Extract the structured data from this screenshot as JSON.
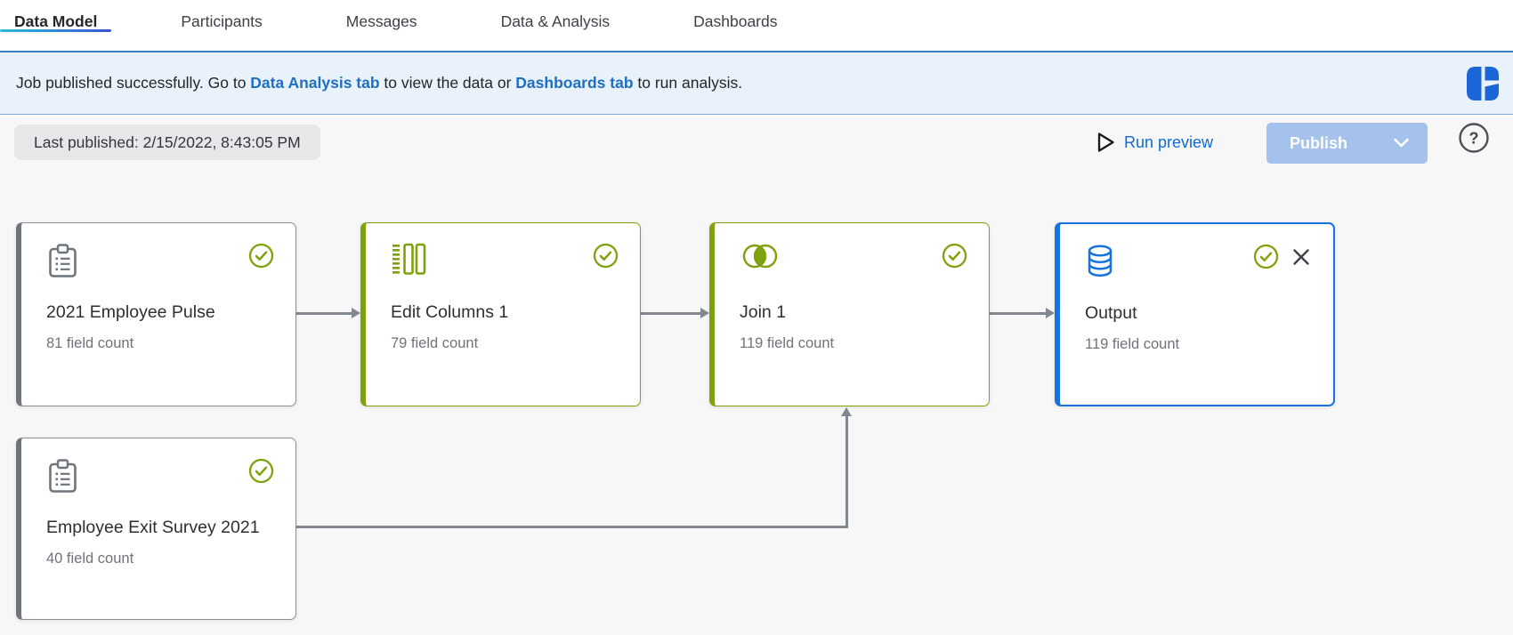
{
  "nav": {
    "tabs": [
      {
        "label": "Data Model",
        "active": true
      },
      {
        "label": "Participants",
        "active": false
      },
      {
        "label": "Messages",
        "active": false
      },
      {
        "label": "Data & Analysis",
        "active": false
      },
      {
        "label": "Dashboards",
        "active": false
      }
    ]
  },
  "banner": {
    "prefix": "Job published successfully. Go to ",
    "link1": "Data Analysis tab",
    "middle": " to view the data or ",
    "link2": "Dashboards tab",
    "suffix": " to run analysis."
  },
  "toolbar": {
    "last_published": "Last published: 2/15/2022, 8:43:05 PM",
    "run_preview": "Run preview",
    "publish": "Publish",
    "help": "?"
  },
  "flow": {
    "nodes": [
      {
        "title": "2021 Employee Pulse",
        "field_count": "81 field count",
        "icon": "survey-clipboard-icon",
        "status": "success"
      },
      {
        "title": "Edit Columns 1",
        "field_count": "79 field count",
        "icon": "edit-columns-icon",
        "status": "success"
      },
      {
        "title": "Join 1",
        "field_count": "119 field count",
        "icon": "join-icon",
        "status": "success"
      },
      {
        "title": "Output",
        "field_count": "119 field count",
        "icon": "output-dataset-icon",
        "status": "success",
        "removable": true
      },
      {
        "title": "Employee Exit Survey 2021",
        "field_count": "40 field count",
        "icon": "survey-clipboard-icon",
        "status": "success"
      }
    ]
  },
  "colors": {
    "accent_green": "#7ea10c",
    "accent_blue": "#1673e0",
    "banner_link_blue": "#1f6fc2",
    "action_blue": "#0e6cd3",
    "publish_disabled_bg": "#a5c2ec",
    "banner_bg": "#e9f2fb",
    "banner_border": "#337dc6",
    "connector_gray": "#82888f",
    "canvas_bg": "#f7f7f8",
    "underline_gradient_start": "#2cb9db",
    "underline_gradient_end": "#3d52d5"
  }
}
